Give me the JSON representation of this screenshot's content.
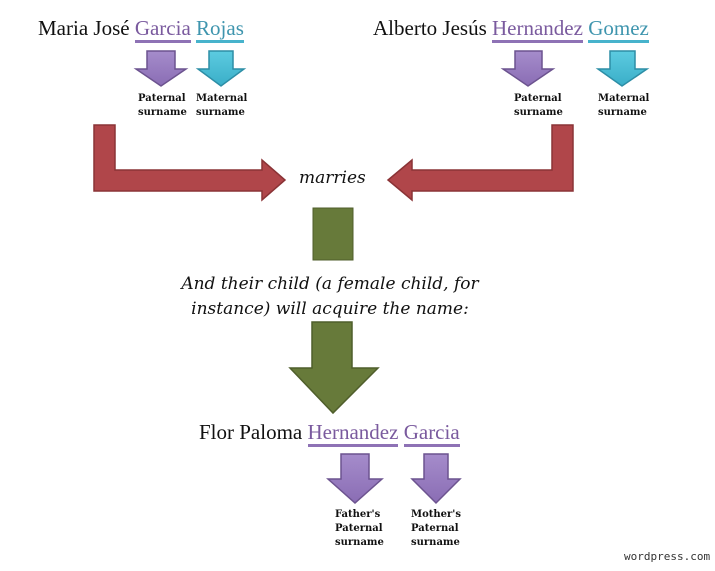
{
  "parent1": {
    "given": "Maria José",
    "paternal": "Garcia",
    "maternal": "Rojas",
    "label_paternal": [
      "Paternal",
      "surname"
    ],
    "label_maternal": [
      "Maternal",
      "surname"
    ]
  },
  "parent2": {
    "given": "Alberto Jesús",
    "paternal": "Hernandez",
    "maternal": "Gomez",
    "label_paternal": [
      "Paternal",
      "surname"
    ],
    "label_maternal": [
      "Maternal",
      "surname"
    ]
  },
  "marries": "marries",
  "child_text": [
    "And their child (a female child, for",
    "instance) will acquire the name:"
  ],
  "child": {
    "given": "Flor Paloma",
    "first_surname": "Hernandez",
    "second_surname": "Garcia",
    "label_first": [
      "Father's",
      "Paternal",
      "surname"
    ],
    "label_second": [
      "Mother's",
      "Paternal",
      "surname"
    ]
  },
  "watermark": "wordpress.com",
  "colors": {
    "purple": "#9b7fc0",
    "teal": "#4bbcd4",
    "red": "#b0464a",
    "green": "#677a3a"
  }
}
